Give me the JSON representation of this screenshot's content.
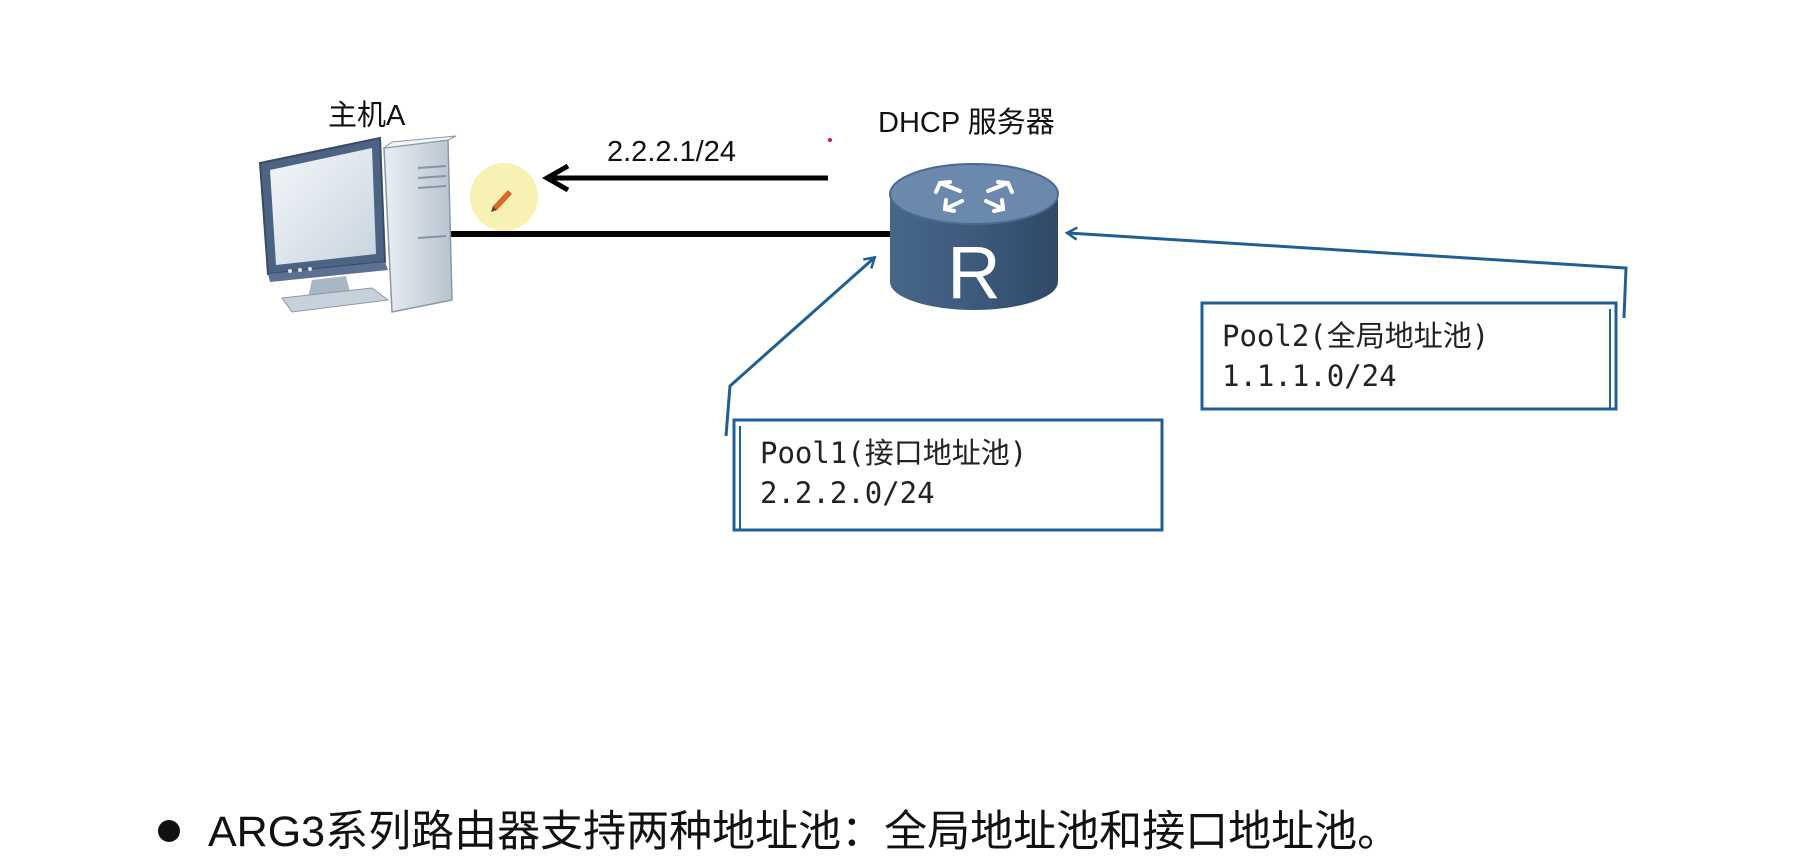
{
  "host": {
    "label": "主机A"
  },
  "server": {
    "label": "DHCP 服务器",
    "router_letter": "R"
  },
  "assigned_ip": "2.2.2.1/24",
  "pool1": {
    "title": "Pool1(接口地址池)",
    "subnet": "2.2.2.0/24"
  },
  "pool2": {
    "title": "Pool2(全局地址池)",
    "subnet": "1.1.1.0/24"
  },
  "bullet": {
    "text": "ARG3系列路由器支持两种地址池：全局地址池和接口地址池。"
  },
  "icons": [
    "desktop-computer-icon",
    "router-icon",
    "pen-cursor-icon"
  ],
  "colors": {
    "callout_blue": "#1f5f94",
    "router_body": "#3f5d7f",
    "router_top": "#5f7fa3",
    "cursor_highlight": "#f6f0a6"
  }
}
